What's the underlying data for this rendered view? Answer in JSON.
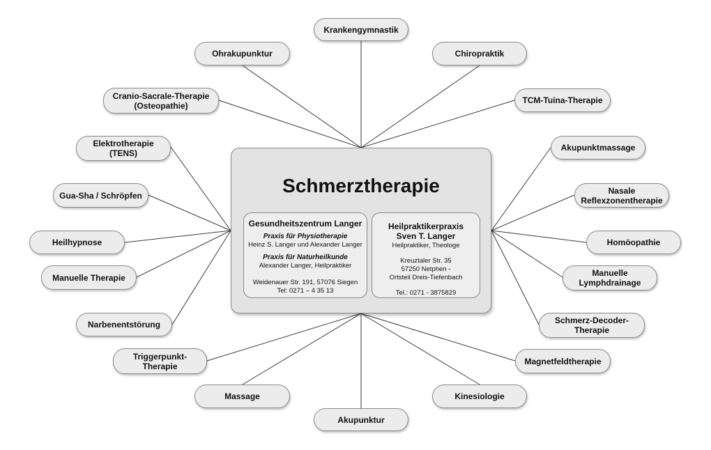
{
  "center": {
    "title": "Schmerztherapie",
    "left_card": {
      "title": "Gesundheitszentrum Langer",
      "sub1": "Praxis für Physiotherapie",
      "line1": "Heinz S. Langer und Alexander Langer",
      "sub2": "Praxis für Naturheilkunde",
      "line2": "Alexander Langer, Heilpraktiker",
      "address": "Weidenauer Str. 191, 57076 Siegen",
      "phone": "Tel: 0271 – 4 35 13"
    },
    "right_card": {
      "title_line1": "Heilpraktikerpraxis",
      "title_line2": "Sven T. Langer",
      "subtitle": "Heilpraktiker, Theologe",
      "street": "Kreuztaler Str. 35",
      "city": "57250 Netphen -",
      "district": "Ortsteil Dreis-Tiefenbach",
      "phone": "Tel.: 0271 - 3875829"
    }
  },
  "nodes": [
    {
      "id": "krankengymnastik",
      "label": "Krankengymnastik"
    },
    {
      "id": "ohrakupunktur",
      "label": "Ohrakupunktur"
    },
    {
      "id": "chiropraktik",
      "label": "Chiropraktik"
    },
    {
      "id": "cranio-sacrale",
      "label": "Cranio-Sacrale-Therapie\n(Osteopathie)"
    },
    {
      "id": "tcm-tuina",
      "label": "TCM-Tuina-Therapie"
    },
    {
      "id": "elektrotherapie",
      "label": "Elektrotherapie\n(TENS)"
    },
    {
      "id": "gua-sha",
      "label": "Gua-Sha / Schröpfen"
    },
    {
      "id": "heilhypnose",
      "label": "Heilhypnose"
    },
    {
      "id": "manuelle-therapie",
      "label": "Manuelle Therapie"
    },
    {
      "id": "narbenentstoerung",
      "label": "Narbenentstörung"
    },
    {
      "id": "akupunktmassage",
      "label": "Akupunktmassage"
    },
    {
      "id": "nasale-reflexzonen",
      "label": "Nasale\nReflexzonentherapie"
    },
    {
      "id": "homoeopathie",
      "label": "Homöopathie"
    },
    {
      "id": "lymphdrainage",
      "label": "Manuelle\nLymphdrainage"
    },
    {
      "id": "schmerz-decoder",
      "label": "Schmerz-Decoder-\nTherapie"
    },
    {
      "id": "triggerpunkt",
      "label": "Triggerpunkt-\nTherapie"
    },
    {
      "id": "magnetfeld",
      "label": "Magnetfeldtherapie"
    },
    {
      "id": "massage",
      "label": "Massage"
    },
    {
      "id": "kinesiologie",
      "label": "Kinesiologie"
    },
    {
      "id": "akupunktur",
      "label": "Akupunktur"
    }
  ]
}
